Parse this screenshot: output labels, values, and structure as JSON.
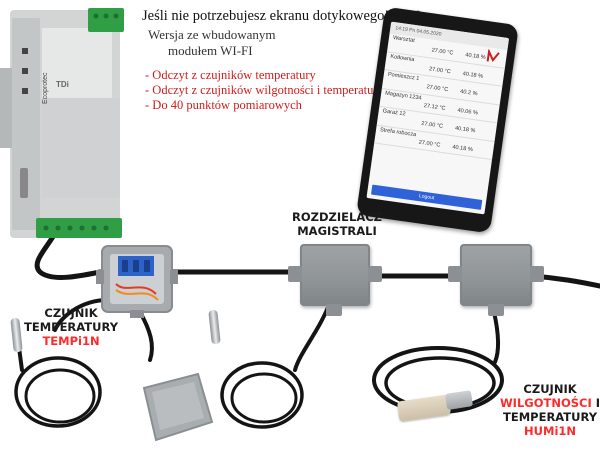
{
  "headline": "Jeśli nie potrzebujesz ekranu dotykowego!",
  "subline": [
    "Wersja ze wbudowanym",
    "modułem WI-FI"
  ],
  "bullets": [
    "- Odczyt z czujników temperatury",
    "- Odczyt z czujników wilgotności i temperatury",
    "- Do 40 punktów pomiarowych"
  ],
  "labels": {
    "distributor": [
      "ROZDZIELACZ",
      "MAGISTRALI"
    ],
    "temp_sensor": {
      "line1": "CZUJNIK",
      "line2": "TEMPERATURY",
      "model": "TEMPi1N"
    },
    "humi_sensor": {
      "line1": "CZUJNIK",
      "line2a": "WILGOTNOŚCI",
      "line2b": " I",
      "line3": "TEMPERATURY",
      "model": "HUMi1N"
    }
  },
  "phone": {
    "status": "14:19 Pn 04.05.2020",
    "rows": [
      {
        "name": "Warsztat",
        "temp": "27.00 °C",
        "hum": "40.18 %"
      },
      {
        "name": "Kotłownia",
        "temp": "27.00 °C",
        "hum": "40.18 %"
      },
      {
        "name": "Pomieszcz 1",
        "temp": "27.00 °C",
        "hum": "40.2 %"
      },
      {
        "name": "Magazyn 1234",
        "temp": "27.12 °C",
        "hum": "40.06 %"
      },
      {
        "name": "Garaż 12",
        "temp": "27.00 °C",
        "hum": "40.18 %"
      },
      {
        "name": "Strefa robocza",
        "temp": "27.00 °C",
        "hum": "40.18 %"
      }
    ],
    "button": "Logout"
  },
  "device": {
    "brand": "Ecoprotec",
    "model": "TDi"
  },
  "colors": {
    "bullet_red": "#d21c1c",
    "label_red": "#ff2a2a",
    "check_green": "#3aa52b",
    "terminal_green": "#2f9e44",
    "phone_button": "#2f62d8"
  }
}
